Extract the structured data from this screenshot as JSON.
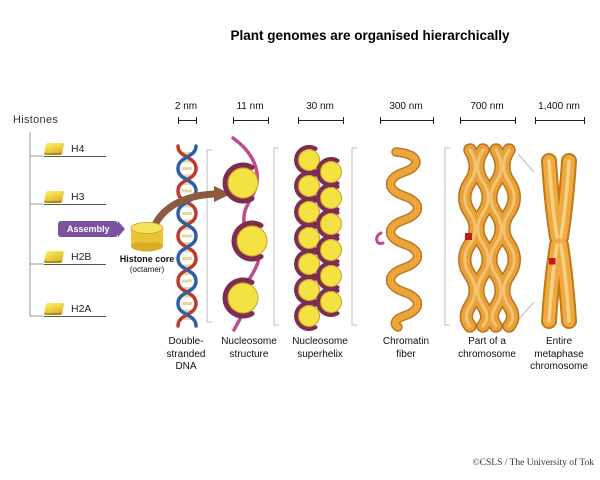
{
  "title": "Plant genomes are organised hierarchically",
  "histone_panel": {
    "heading": "Histones",
    "items": [
      {
        "label": "H4"
      },
      {
        "label": "H3"
      },
      {
        "label": "H2B"
      },
      {
        "label": "H2A"
      }
    ],
    "assembly_label": "Assembly",
    "core_label": "Histone core",
    "core_sublabel": "(octamer)"
  },
  "scale_labels": [
    "2 nm",
    "11 nm",
    "30 nm",
    "300 nm",
    "700 nm",
    "1,400 nm"
  ],
  "stage_labels": [
    "Double-\nstranded\nDNA",
    "Nucleosome\nstructure",
    "Nucleosome\nsuperhelix",
    "Chromatin\nfiber",
    "Part of a\nchromosome",
    "Entire\nmetaphase\nchromosome"
  ],
  "copyright": "©CSLS / The University of Tok",
  "colors": {
    "histone_yellow": "#F2D12F",
    "assembly_purple": "#7B52A1",
    "dna_red": "#BE3A2E",
    "dna_blue": "#2F5EA8",
    "bead_yellow": "#F4E142",
    "wrap_maroon": "#7E2D52",
    "strand_pink": "#BE4C8E",
    "chromatin_orange": "#E9A43B",
    "chromosome_orange": "#EFA93F",
    "centromere_red": "#C0181C"
  }
}
